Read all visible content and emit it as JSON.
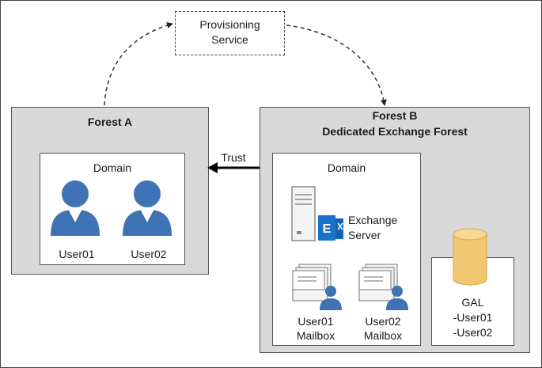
{
  "provisioning_service": {
    "line1": "Provisioning",
    "line2": "Service"
  },
  "forest_a": {
    "title": "Forest A",
    "domain_label": "Domain",
    "users": [
      {
        "label": "User01"
      },
      {
        "label": "User02"
      }
    ]
  },
  "forest_b": {
    "title_line1": "Forest B",
    "title_line2": "Dedicated Exchange Forest",
    "domain_label": "Domain",
    "exchange_server": {
      "line1": "Exchange",
      "line2": "Server"
    },
    "mailboxes": [
      {
        "line1": "User01",
        "line2": "Mailbox"
      },
      {
        "line1": "User02",
        "line2": "Mailbox"
      }
    ],
    "gal": {
      "line1": "GAL",
      "line2": "-User01",
      "line3": "-User02"
    }
  },
  "trust_label": "Trust",
  "colors": {
    "user_icon": "#3f73b5",
    "exchange_blue": "#0f64b4",
    "gal_cylinder": "#f2c772",
    "forest_fill": "#d9d9d9"
  },
  "icons": [
    "user-icon",
    "server-icon",
    "exchange-logo-icon",
    "mailbox-icon",
    "database-icon"
  ]
}
